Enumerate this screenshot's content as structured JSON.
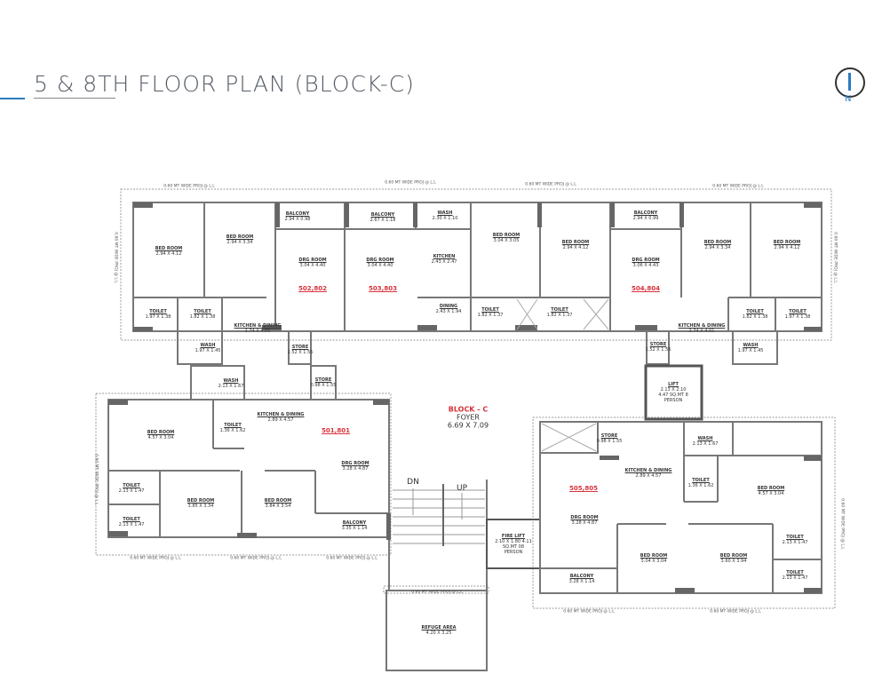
{
  "title": "5 & 8TH FLOOR PLAN (BLOCK-C)",
  "north_label": "N",
  "colors": {
    "accent": "#2a7cc0",
    "unit_number": "#d8323a",
    "wall": "#555555"
  },
  "foyer": {
    "block": "BLOCK - C",
    "name": "FOYER",
    "dim": "6.69 X 7.09"
  },
  "stairs": {
    "down": "DN",
    "up": "UP"
  },
  "units": [
    "502,802",
    "503,803",
    "504,804",
    "501,801",
    "505,805"
  ],
  "projection_label": "0.60 MT WIDE PROJ @ L.L",
  "rooms": [
    {
      "name": "BED ROOM",
      "dim": "2.94 X 4.12"
    },
    {
      "name": "BED ROOM",
      "dim": "2.94 X 3.34"
    },
    {
      "name": "BALCONY",
      "dim": "2.94 X 0.98"
    },
    {
      "name": "DRG ROOM",
      "dim": "3.04 X 4.40"
    },
    {
      "name": "TOILET",
      "dim": "1.97 X 1.38"
    },
    {
      "name": "TOILET",
      "dim": "1.82 X 1.38"
    },
    {
      "name": "KITCHEN & DINING",
      "dim": "2.74 X 4.01"
    },
    {
      "name": "WASH",
      "dim": "1.97 X 1.45"
    },
    {
      "name": "STORE",
      "dim": "1.52 X 1.55"
    },
    {
      "name": "BALCONY",
      "dim": "2.67 X 1.18"
    },
    {
      "name": "DRG ROOM",
      "dim": "3.04 X 4.40"
    },
    {
      "name": "WASH",
      "dim": "2.30 X 1.10"
    },
    {
      "name": "KITCHEN",
      "dim": "2.43 X 2.47"
    },
    {
      "name": "DINING",
      "dim": "2.43 X 1.94"
    },
    {
      "name": "BED ROOM",
      "dim": "3.04 X 3.05"
    },
    {
      "name": "BED ROOM",
      "dim": "2.94 X 4.12"
    },
    {
      "name": "TOILET",
      "dim": "1.82 X 1.37"
    },
    {
      "name": "TOILET",
      "dim": "1.82 X 1.37"
    },
    {
      "name": "BALCONY",
      "dim": "2.94 X 0.99"
    },
    {
      "name": "DRG ROOM",
      "dim": "3.06 X 4.43"
    },
    {
      "name": "BED ROOM",
      "dim": "2.94 X 3.34"
    },
    {
      "name": "BED ROOM",
      "dim": "2.94 X 4.12"
    },
    {
      "name": "TOILET",
      "dim": "1.82 X 1.38"
    },
    {
      "name": "TOILET",
      "dim": "1.97 X 1.38"
    },
    {
      "name": "KITCHEN & DINING",
      "dim": "2.74 X 4.01"
    },
    {
      "name": "STORE",
      "dim": "1.52 X 1.55"
    },
    {
      "name": "WASH",
      "dim": "1.97 X 1.45"
    },
    {
      "name": "LIFT",
      "dim": "2.13 X 2.10 4.47 SQ.MT 8 PERSON"
    },
    {
      "name": "WASH",
      "dim": "2.13 X 1.67"
    },
    {
      "name": "STORE",
      "dim": "0.98 X 1.55"
    },
    {
      "name": "KITCHEN & DINING",
      "dim": "2.89 X 4.57"
    },
    {
      "name": "TOILET",
      "dim": "1.36 X 1.62"
    },
    {
      "name": "BED ROOM",
      "dim": "4.57 X 3.04"
    },
    {
      "name": "DRG ROOM",
      "dim": "3.28 X 4.87"
    },
    {
      "name": "TOILET",
      "dim": "2.13 X 1.47"
    },
    {
      "name": "TOILET",
      "dim": "2.13 X 1.47"
    },
    {
      "name": "BED ROOM",
      "dim": "3.85 X 3.34"
    },
    {
      "name": "BED ROOM",
      "dim": "3.84 X 3.54"
    },
    {
      "name": "BALCONY",
      "dim": "3.35 X 1.14"
    },
    {
      "name": "FIRE LIFT",
      "dim": "2.10 X 1.80 4.11 SQ.MT 08 PERSON"
    },
    {
      "name": "STORE",
      "dim": "0.98 X 1.55"
    },
    {
      "name": "WASH",
      "dim": "2.13 X 1.67"
    },
    {
      "name": "KITCHEN & DINING",
      "dim": "2.89 X 4.57"
    },
    {
      "name": "TOILET",
      "dim": "1.36 X 1.62"
    },
    {
      "name": "BED ROOM",
      "dim": "4.57 X 3.04"
    },
    {
      "name": "DRG ROOM",
      "dim": "3.28 X 4.87"
    },
    {
      "name": "TOILET",
      "dim": "2.13 X 1.47"
    },
    {
      "name": "TOILET",
      "dim": "2.13 X 1.47"
    },
    {
      "name": "BED ROOM",
      "dim": "3.04 X 3.04"
    },
    {
      "name": "BED ROOM",
      "dim": "3.60 X 3.94"
    },
    {
      "name": "BALCONY",
      "dim": "3.28 X 1.14"
    },
    {
      "name": "REFUGE AREA",
      "dim": "4.20 X 3.25"
    }
  ]
}
